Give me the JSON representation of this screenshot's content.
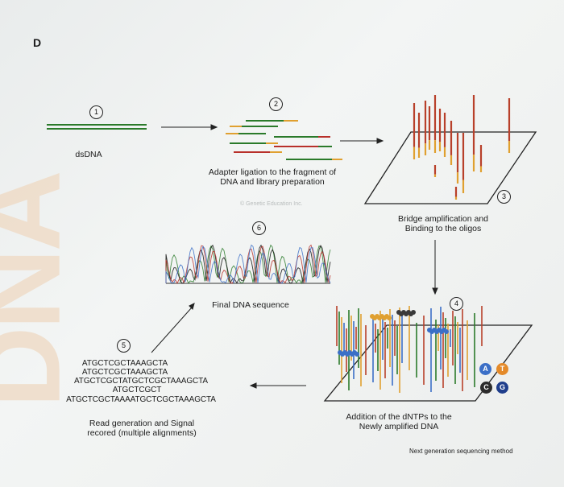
{
  "panel_letter": "D",
  "watermark": "DNA",
  "copyright": "© Genetic Education Inc.",
  "steps": [
    {
      "num": "1",
      "label": "dsDNA"
    },
    {
      "num": "2",
      "label": "Adapter ligation to the fragment of DNA and library preparation"
    },
    {
      "num": "3",
      "label": "Bridge amplification and Binding to the oligos"
    },
    {
      "num": "4",
      "label": "Addition of the dNTPs to the Newly amplified DNA"
    },
    {
      "num": "5",
      "label": "Read generation and Signal recored (multiple alignments)"
    },
    {
      "num": "6",
      "label": "Final DNA sequence"
    }
  ],
  "sequences": [
    "ATGCTCGCTAAAGCTA",
    "ATGCTCGCTAAAGCTA",
    "ATGCTCGCTATGCTCGCTAAAGCTA",
    "ATGCTCGCT",
    "ATGCTCGCTAAAATGCTCGCTAAAGCTA"
  ],
  "bases": [
    {
      "letter": "A",
      "color": "#3b6fc7"
    },
    {
      "letter": "T",
      "color": "#e48a2a"
    },
    {
      "letter": "C",
      "color": "#2c2c2c"
    },
    {
      "letter": "G",
      "color": "#1f3e8c"
    }
  ],
  "footer": "Next generation sequencing method"
}
